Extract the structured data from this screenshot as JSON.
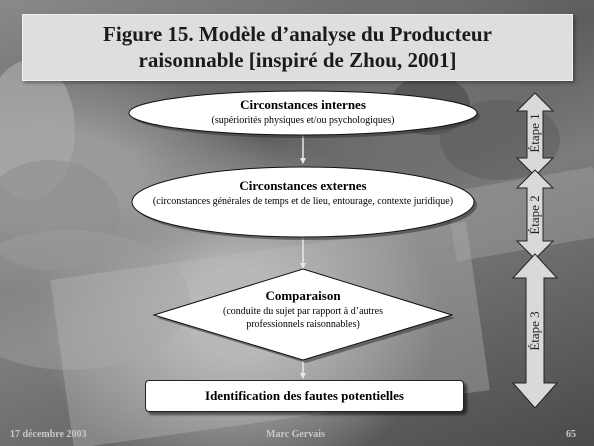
{
  "title": "Figure 15. Modèle d’analyse du Producteur raisonnable [inspiré  de Zhou, 2001]",
  "nodes": {
    "internal": {
      "title": "Circonstances internes",
      "sub": "(supériorités physiques et/ou psychologiques)"
    },
    "external": {
      "title": "Circonstances externes",
      "sub": "(circonstances générales de temps et de lieu, entourage, contexte juridique)"
    },
    "comparison": {
      "title": "Comparaison",
      "sub": "(conduite du sujet par rapport à d’autres professionnels raisonnables)"
    },
    "result": {
      "title": "Identification des fautes potentielles"
    }
  },
  "stages": [
    "Étape 1",
    "Étape 2",
    "Étape 3"
  ],
  "footer": {
    "date": "17 décembre 2003",
    "author": "Marc Gervais",
    "page": "65"
  }
}
